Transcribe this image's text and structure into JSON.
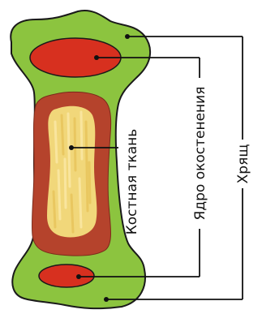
{
  "labels": {
    "bone_tissue": "Костная ткань",
    "ossification_center": "Ядро окостенения",
    "cartilage": "Хрящ"
  },
  "colors": {
    "cartilage": "#8cc43f",
    "cartilage_outline": "#1a1a1a",
    "ossification_center": "#d7301f",
    "bone_tissue_outer": "#b5432c",
    "bone_tissue_inner": "#f1d77a",
    "leader_lines": "#111111"
  }
}
